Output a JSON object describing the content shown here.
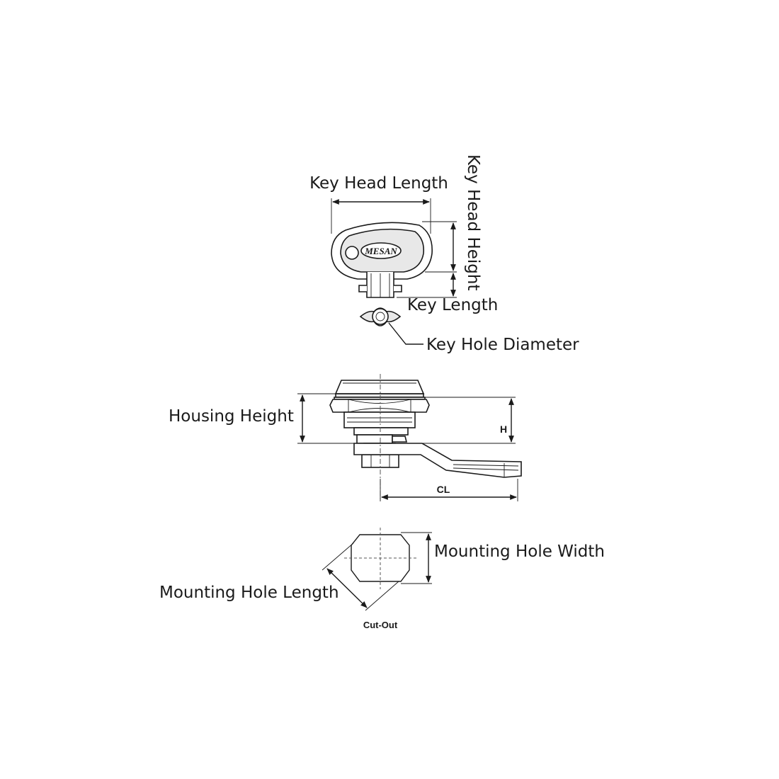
{
  "labels": {
    "key_head_length": "Key Head Length",
    "key_head_height": "Key Head Height",
    "key_length": "Key Length",
    "key_hole_diameter": "Key Hole Diameter",
    "housing_height": "Housing Height",
    "h": "H",
    "cl": "CL",
    "mounting_hole_width": "Mounting Hole Width",
    "mounting_hole_length": "Mounting Hole Length",
    "cut_out": "Cut-Out"
  },
  "key": {
    "brand": "MESAN"
  }
}
